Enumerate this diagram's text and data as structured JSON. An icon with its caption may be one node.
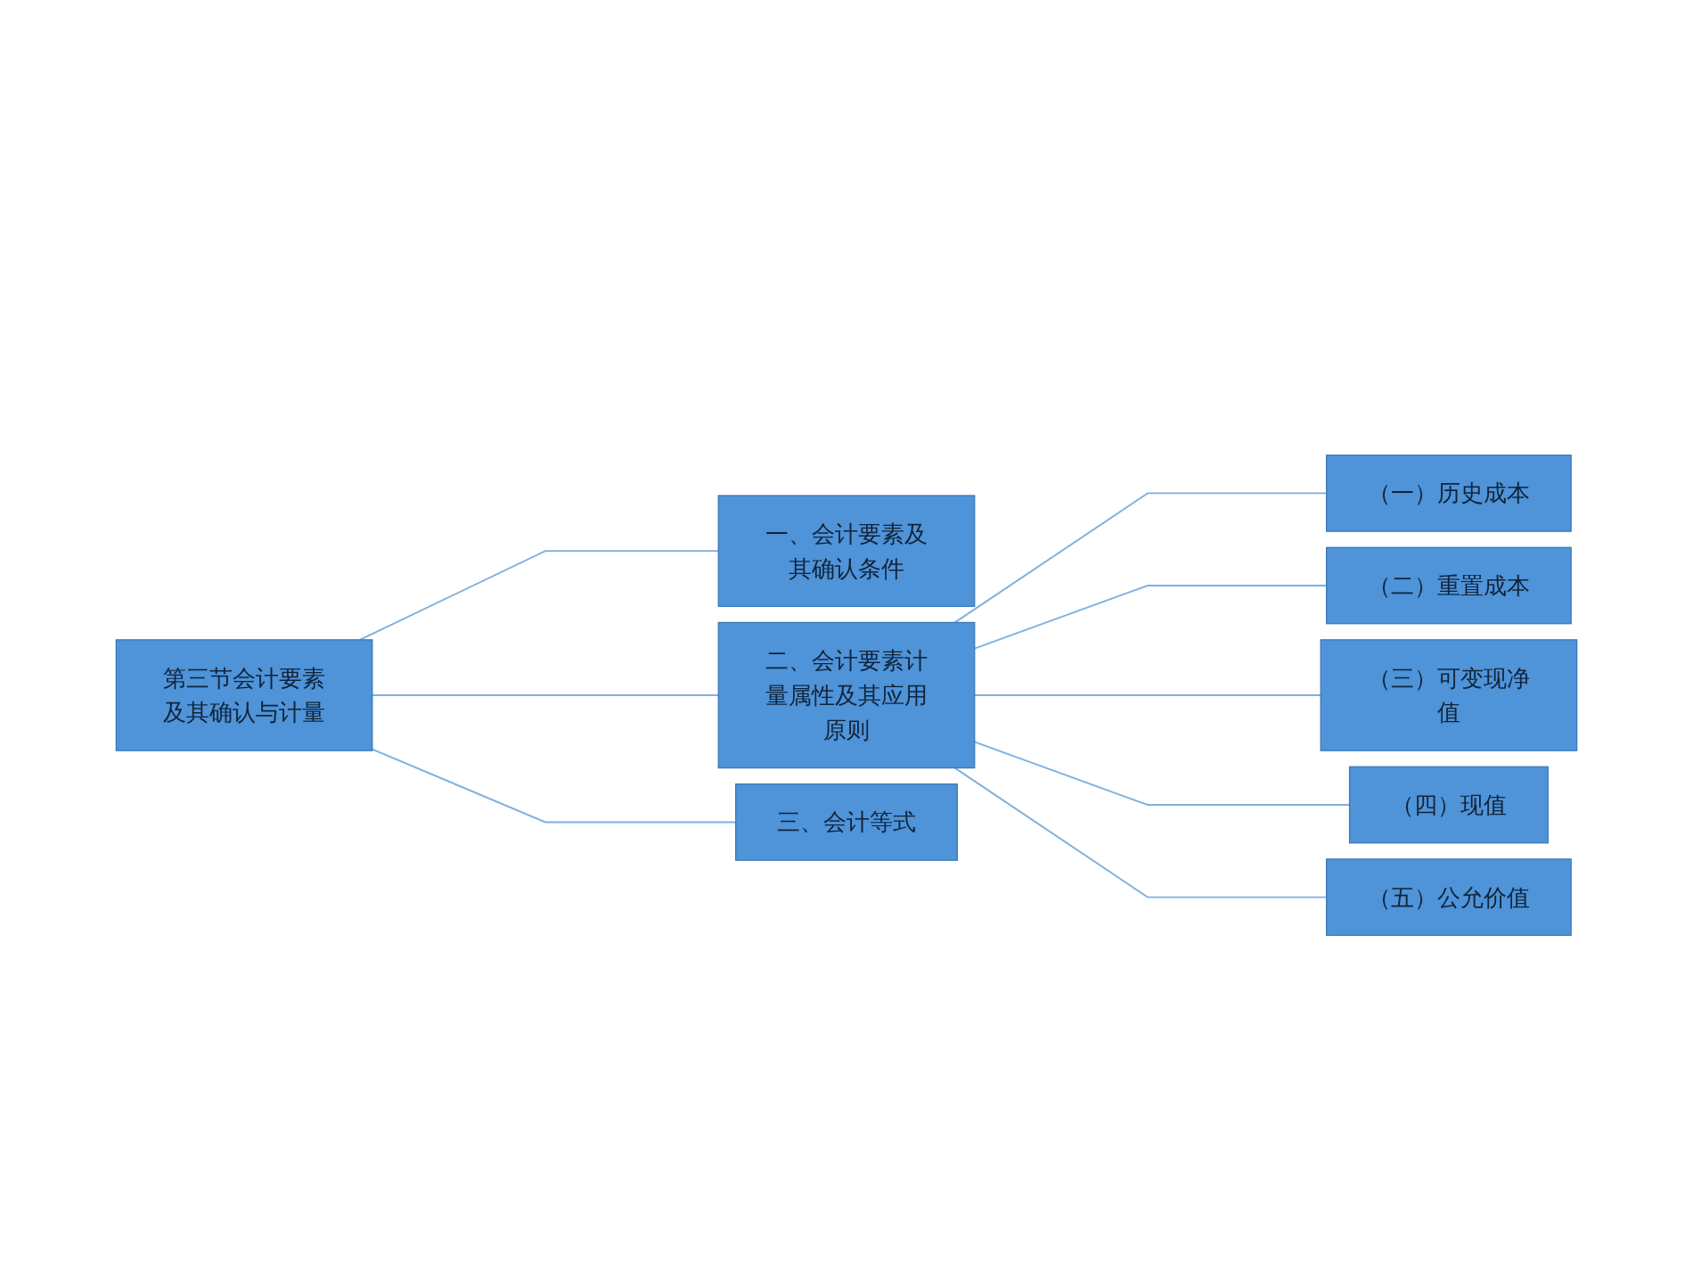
{
  "diagram": {
    "nodes": [
      {
        "text": [
          "第三节会计要素及其确认与计量"
        ]
      },
      {
        "text": [
          "一、会计要素及其确认条件"
        ]
      },
      {
        "text": [
          "二、会计要素计量属性及其应用原则"
        ]
      },
      {
        "text": [
          "三、会计等式"
        ]
      },
      {
        "text": [
          "（一）历史成本"
        ]
      },
      {
        "text": [
          "（二）重置成本"
        ]
      },
      {
        "text": [
          "（三）可变现净值"
        ]
      },
      {
        "text": [
          "（四）现值"
        ]
      },
      {
        "text": [
          "（五）公允价值"
        ]
      }
    ],
    "edges": [
      {
        "from": 0,
        "to": 1,
        "arrow": "none"
      },
      {
        "from": 0,
        "to": 2,
        "arrow": "none"
      },
      {
        "from": 0,
        "to": 3,
        "arrow": "none"
      },
      {
        "from": 2,
        "to": 4,
        "arrow": "none"
      },
      {
        "from": 2,
        "to": 5,
        "arrow": "none"
      },
      {
        "from": 2,
        "to": 6,
        "arrow": "none"
      },
      {
        "from": 2,
        "to": 7,
        "arrow": "none"
      },
      {
        "from": 2,
        "to": 8,
        "arrow": "none"
      }
    ]
  }
}
